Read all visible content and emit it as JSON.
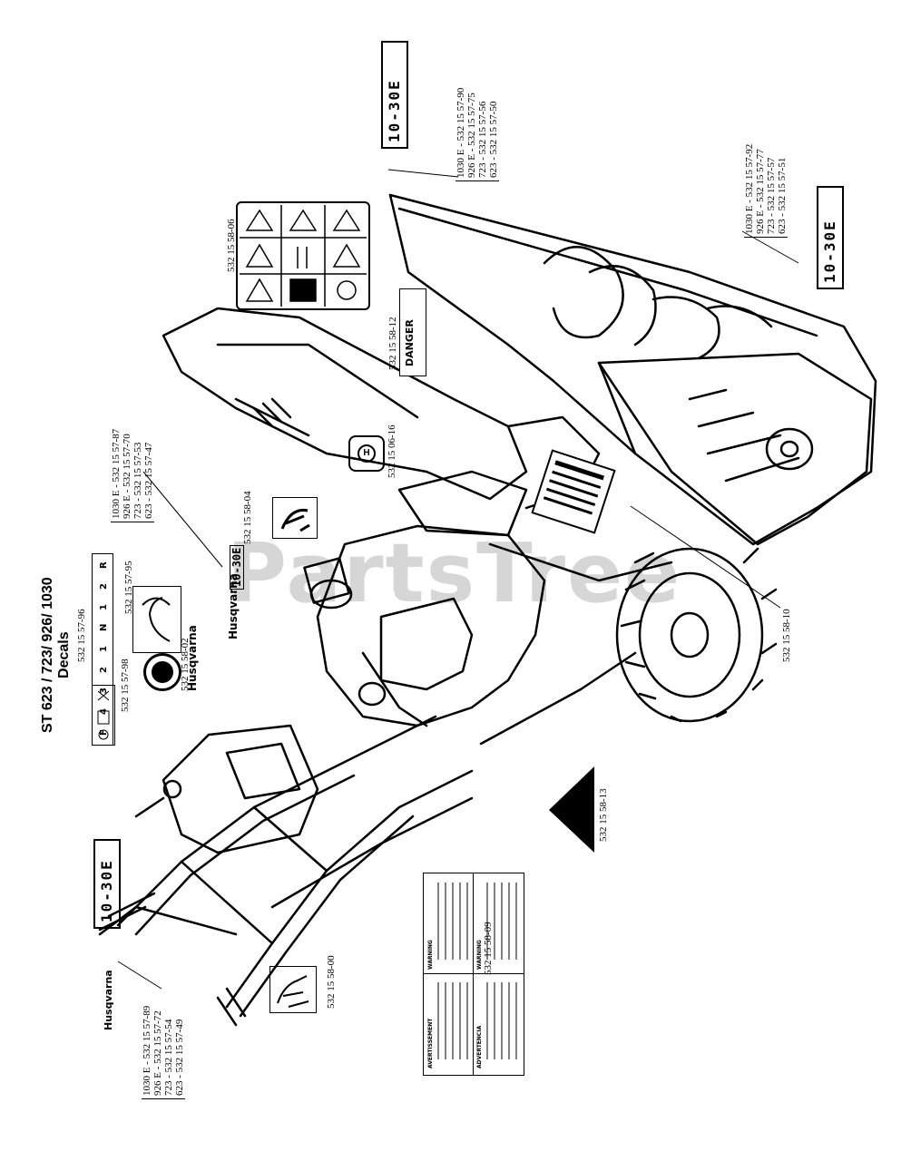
{
  "title": {
    "line1": "ST 623 / 723/ 926/ 1030",
    "line2": "Decals"
  },
  "watermark": "PartsTree",
  "callouts": {
    "p_57_96": "532 15 57-96",
    "p_57_98": "532 15 57-98",
    "p_58_02": "532 15 58-02",
    "p_57_95": "532 15 57-95",
    "p_58_04": "532 15 58-04",
    "p_06_16": "532 15 06-16",
    "p_58_12": "532 15 58-12",
    "p_58_06": "532 15 58-06",
    "p_58_10": "532 15 58-10",
    "p_58_13": "532 15 58-13",
    "p_58_09": "532 15 58-09",
    "p_58_00": "532 15 58-00"
  },
  "lists": {
    "top": [
      "1030 E - 532 15 57-90",
      "926 E - 532 15 57-75",
      "723 - 532 15 57-56",
      "623 - 532 15 57-50"
    ],
    "right": [
      "1030 E - 532 15 57-92",
      "926 E - 532 15 57-77",
      "723 - 532 15 57-57",
      "623 - 532 15 57-51"
    ],
    "middle": [
      "1030 E - 532 15 57-87",
      "926 E - 532 15 57-70",
      "723 - 532 15 57-53",
      "623 - 532 15 57-47"
    ],
    "bottom": [
      "1030 E - 532 15 57-89",
      "926 E - 532 15 57-72",
      "723 - 532 15 57-54",
      "623 - 532 15 57-49"
    ]
  },
  "decals": {
    "model_top": "10-30E",
    "model_right": "10-30E",
    "model_mid": "10-30E",
    "model_bottom": "10-30E",
    "brand_mid": "Husqvarna",
    "brand_bottom": "Husqvarna",
    "brand_left": "Husqvarna",
    "gear_chars": [
      "F",
      "4",
      "3",
      "2",
      "1",
      "N",
      "1",
      "2",
      "R"
    ],
    "danger": "DANGER",
    "warning_en": "WARNING",
    "warning_fr": "AVERTISSEMENT",
    "warning_es": "ADVERTENCIA",
    "warning_head": "WARNING"
  }
}
